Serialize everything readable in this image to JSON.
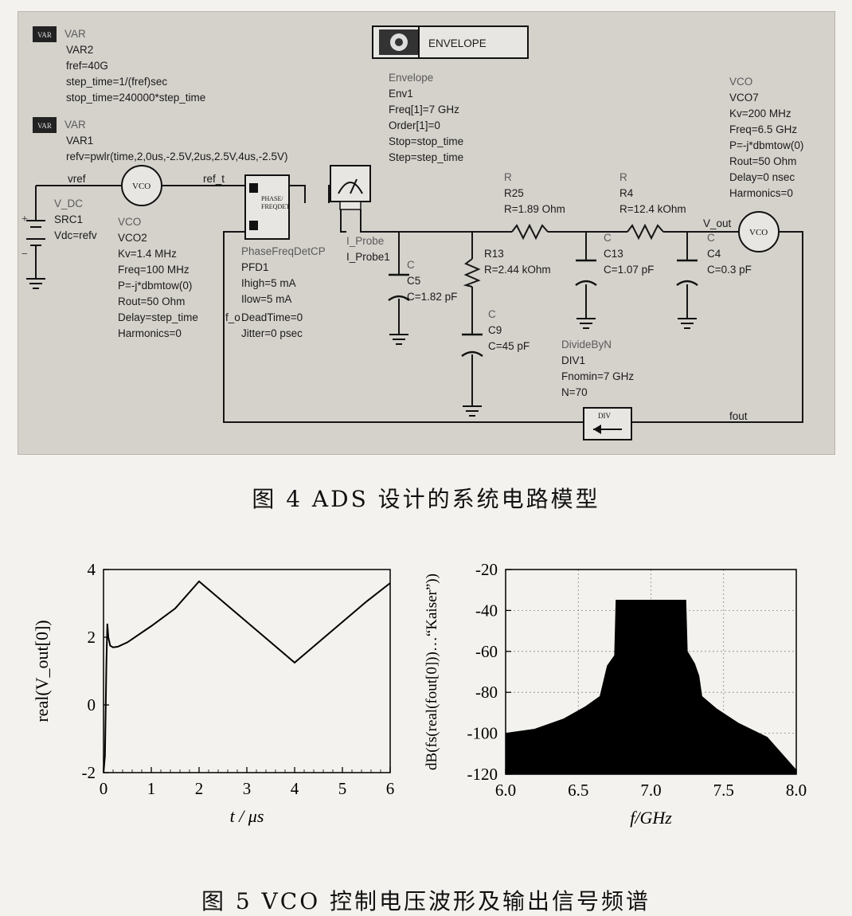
{
  "figure4": {
    "caption": "图 4   ADS 设计的系统电路模型",
    "var2": {
      "header": "VAR",
      "name": "VAR2",
      "lines": [
        "fref=40G",
        "step_time=1/(fref)sec",
        "stop_time=240000*step_time"
      ]
    },
    "var1": {
      "header": "VAR",
      "name": "VAR1",
      "lines": [
        "refv=pwlr(time,2,0us,-2.5V,2us,2.5V,4us,-2.5V)"
      ]
    },
    "envelope_box_label": "ENVELOPE",
    "envelope": {
      "header": "Envelope",
      "lines": [
        "Env1",
        "Freq[1]=7 GHz",
        "Order[1]=0",
        "Stop=stop_time",
        "Step=step_time"
      ]
    },
    "vco7": {
      "header": "VCO",
      "lines": [
        "VCO7",
        "Kv=200 MHz",
        "Freq=6.5 GHz",
        "P=-j*dbmtow(0)",
        "Rout=50 Ohm",
        "Delay=0 nsec",
        "Harmonics=0"
      ]
    },
    "src1": {
      "lines": [
        "V_DC",
        "SRC1",
        "Vdc=refv"
      ]
    },
    "vco2": {
      "lines": [
        "VCO",
        "VCO2",
        "Kv=1.4 MHz",
        "Freq=100 MHz",
        "P=-j*dbmtow(0)",
        "Rout=50 Ohm",
        "Delay=step_time",
        "Harmonics=0"
      ]
    },
    "pfd": {
      "block_text": [
        "PHASE/",
        "FREQDET"
      ],
      "lines": [
        "PhaseFreqDetCP",
        "PFD1",
        "Ihigh=5 mA",
        "Ilow=5 mA",
        "DeadTime=0",
        "Jitter=0 psec"
      ]
    },
    "r25": {
      "lines": [
        "R",
        "R25",
        "R=1.89 Ohm"
      ]
    },
    "r4": {
      "lines": [
        "R",
        "R4",
        "R=12.4 kOhm"
      ]
    },
    "r13": {
      "lines": [
        "R13",
        "R=2.44 kOhm"
      ]
    },
    "c5": {
      "lines": [
        "C",
        "C5",
        "C=1.82 pF"
      ]
    },
    "c9": {
      "lines": [
        "C",
        "C9",
        "C=45 pF"
      ]
    },
    "c13": {
      "lines": [
        "C",
        "C13",
        "C=1.07 pF"
      ]
    },
    "c4": {
      "lines": [
        "C",
        "C4",
        "C=0.3 pF"
      ]
    },
    "probe": {
      "lines": [
        "I_Probe",
        "I_Probe1"
      ]
    },
    "div": {
      "block_text": "DIV",
      "lines": [
        "DivideByN",
        "DIV1",
        "Fnomin=7 GHz",
        "N=70"
      ]
    },
    "nodes": {
      "vref": "vref",
      "ref_t": "ref_t",
      "v_out": "V_out",
      "fout": "fout",
      "vco_sym": "VCO",
      "f_o": "f_o"
    }
  },
  "figure5": {
    "caption": "图 5   VCO 控制电压波形及输出信号频谱"
  },
  "chart_data": [
    {
      "type": "line",
      "title": "",
      "xlabel": "t / μs",
      "ylabel": "real(V_out[0])",
      "xlim": [
        0,
        6
      ],
      "ylim": [
        -2,
        4
      ],
      "xticks": [
        "0",
        "1",
        "2",
        "3",
        "4",
        "5",
        "6"
      ],
      "yticks": [
        "-2",
        "0",
        "2",
        "4"
      ],
      "grid": false,
      "series": [
        {
          "x": [
            0.0,
            0.03,
            0.06,
            0.08,
            0.1,
            0.14,
            0.2,
            0.3,
            0.5,
            1.0,
            1.5,
            2.0,
            2.5,
            3.0,
            3.5,
            4.0,
            4.5,
            5.0,
            5.5,
            6.0
          ],
          "y": [
            -2.0,
            -1.5,
            1.2,
            2.4,
            2.0,
            1.75,
            1.7,
            1.72,
            1.85,
            2.33,
            2.85,
            3.65,
            3.05,
            2.45,
            1.85,
            1.25,
            1.85,
            2.45,
            3.05,
            3.6
          ]
        }
      ]
    },
    {
      "type": "area",
      "title": "",
      "xlabel": "f/GHz",
      "ylabel": "dB(fs(real(fout[0]))…“Kaiser”))",
      "xlim": [
        6.0,
        8.0
      ],
      "ylim": [
        -120,
        -20
      ],
      "xticks": [
        "6.0",
        "6.5",
        "7.0",
        "7.5",
        "8.0"
      ],
      "yticks": [
        "-20",
        "-40",
        "-60",
        "-80",
        "-100",
        "-120"
      ],
      "grid": true,
      "series": [
        {
          "x": [
            6.0,
            6.2,
            6.4,
            6.55,
            6.65,
            6.68,
            6.7,
            6.75,
            6.76,
            7.0,
            7.24,
            7.25,
            7.3,
            7.33,
            7.35,
            7.45,
            7.6,
            7.8,
            8.0
          ],
          "y": [
            -100,
            -98,
            -93,
            -87,
            -82,
            -73,
            -67,
            -62,
            -35,
            -35,
            -35,
            -60,
            -66,
            -72,
            -82,
            -88,
            -95,
            -102,
            -118
          ]
        }
      ]
    }
  ]
}
